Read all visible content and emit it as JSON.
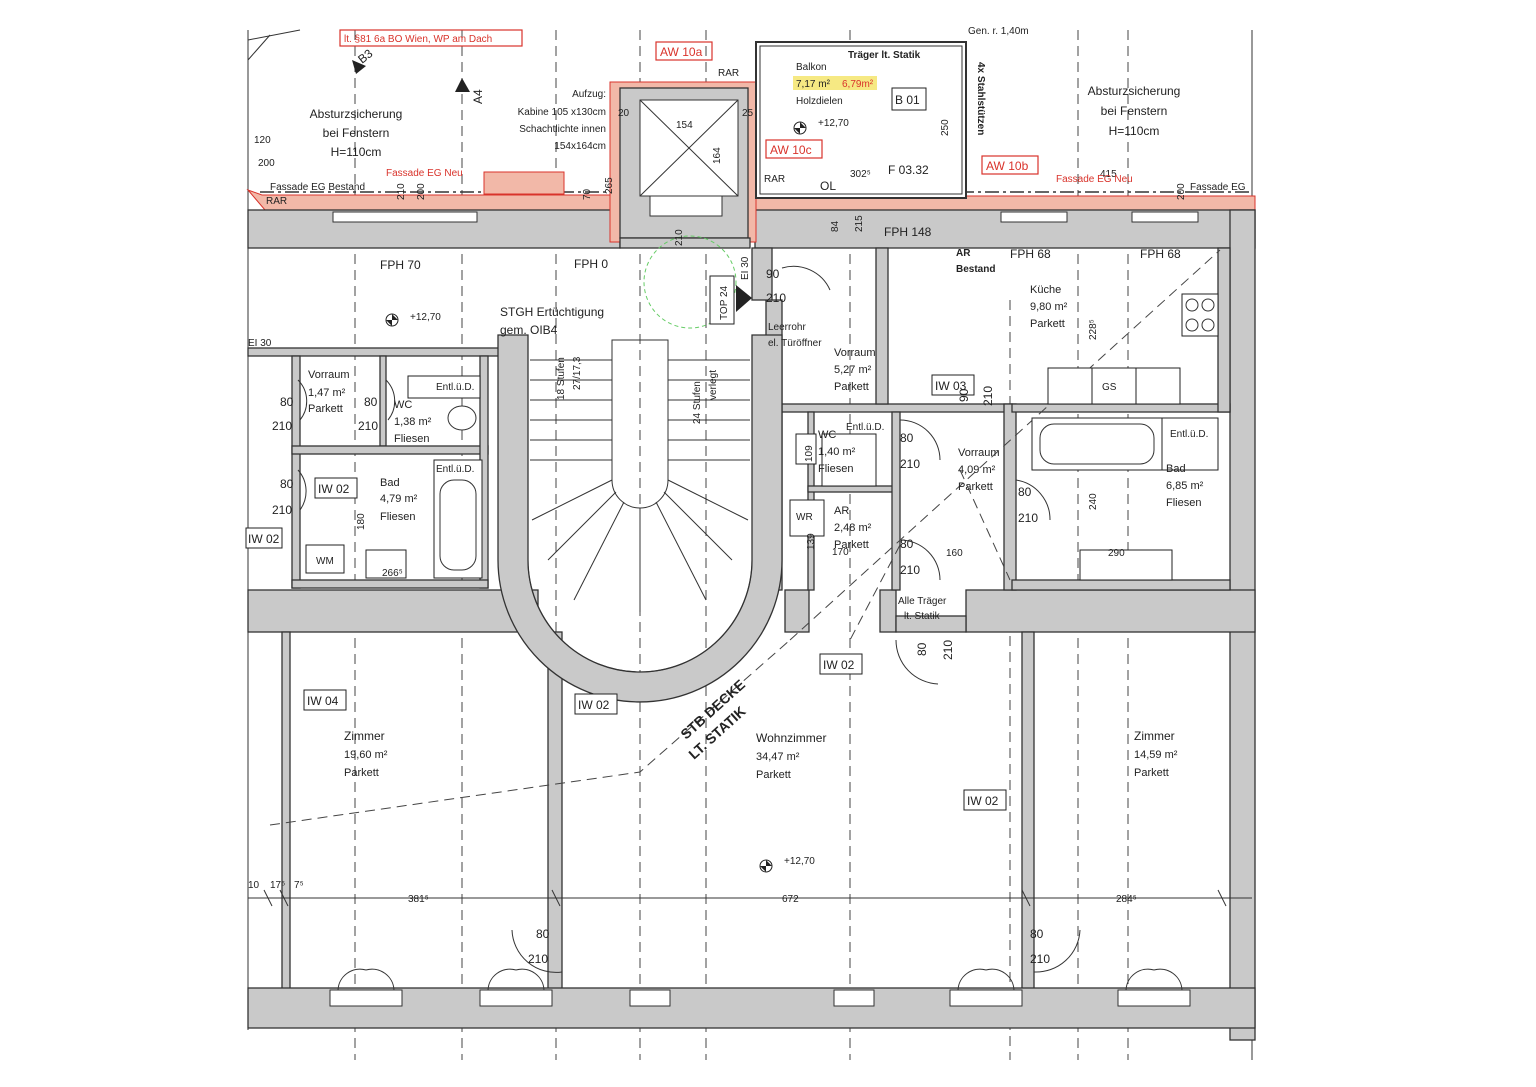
{
  "header_notes": {
    "bo_note": "lt. §81 6a BO Wien, WP am Dach",
    "b3": "B3",
    "a4": "A4",
    "fall_left": [
      "Absturzsicherung",
      "bei Fenstern",
      "H=110cm"
    ],
    "fall_right": [
      "Absturzsicherung",
      "bei Fenstern",
      "H=110cm"
    ],
    "elevator": [
      "Aufzug:",
      "Kabine 105 x130cm",
      "Schachtlichte innen",
      "154x164cm"
    ],
    "traeger_statik": "Träger lt. Statik",
    "stahlstuetzen": "4x Stahlstützen",
    "balcony_name": "Balkon",
    "balcony_area": "7,17 m²",
    "balcony_area_red": "6,79m²",
    "balcony_floor": "Holzdielen",
    "level_balcony": "+12,70",
    "b01": "B 01",
    "f0332": "F 03.32",
    "dim_302": "302⁵",
    "dim_415": "415",
    "dim_250": "250",
    "dim_154": "154",
    "dim_164": "164",
    "top_label": "Gen. r. 1,40m"
  },
  "tags": {
    "aw10a": "AW 10a",
    "aw10b": "AW 10b",
    "aw10c": "AW 10c",
    "iw03": "IW 03",
    "iw02": "IW 02",
    "iw04": "IW 04",
    "top24": "TOP 24",
    "ei30": "EI 30"
  },
  "facade": {
    "bestand": "Fassade EG Bestand",
    "neu_left": "Fassade EG Neu",
    "neu_right": "Fassade EG Neu",
    "right": "Fassade EG",
    "rar": "RAR",
    "ol": "OL"
  },
  "fph": [
    "FPH 70",
    "FPH 0",
    "FPH 148",
    "FPH 68",
    "FPH 68"
  ],
  "ar_bestand": [
    "AR",
    "Bestand"
  ],
  "stair": {
    "upgrade": [
      "STGH Ertüchtigung",
      "gem. OIB4"
    ],
    "steps_left": [
      "18 Stufen",
      "27/17,3"
    ],
    "steps_right": [
      "24 Stufen",
      "verlegt"
    ]
  },
  "levels": {
    "top_left": "+12,70",
    "wohn": "+12,70"
  },
  "misc": {
    "leerrohr": [
      "Leerrohr",
      "el. Türöffner"
    ],
    "alle_traeger": [
      "Alle Träger",
      "lt. Statik"
    ],
    "stb_decke": [
      "STB DECKE",
      "LT. STATIK"
    ],
    "entl": "Entl.ü.D.",
    "wm": "WM",
    "wr": "WR",
    "gs": "GS",
    "el30": "EI 30"
  },
  "rooms": {
    "vorraum1": {
      "name": "Vorraum",
      "area": "1,47 m²",
      "floor": "Parkett"
    },
    "wc1": {
      "name": "WC",
      "area": "1,38 m²",
      "floor": "Fliesen"
    },
    "bad1": {
      "name": "Bad",
      "area": "4,79 m²",
      "floor": "Fliesen"
    },
    "vorraum2": {
      "name": "Vorraum",
      "area": "5,27 m²",
      "floor": "Parkett"
    },
    "wc2": {
      "name": "WC",
      "area": "1,40 m²",
      "floor": "Fliesen"
    },
    "ar": {
      "name": "AR",
      "area": "2,48 m²",
      "floor": "Parkett"
    },
    "vorraum3": {
      "name": "Vorraum",
      "area": "4,09 m²",
      "floor": "Parkett"
    },
    "kueche": {
      "name": "Küche",
      "area": "9,80 m²",
      "floor": "Parkett"
    },
    "bad2": {
      "name": "Bad",
      "area": "6,85 m²",
      "floor": "Fliesen"
    },
    "zimmer1": {
      "name": "Zimmer",
      "area": "19,60 m²",
      "floor": "Parkett"
    },
    "wohnzimmer": {
      "name": "Wohnzimmer",
      "area": "34,47 m²",
      "floor": "Parkett"
    },
    "zimmer2": {
      "name": "Zimmer",
      "area": "14,59 m²",
      "floor": "Parkett"
    }
  },
  "door_dims": {
    "w80": "80",
    "w90": "90",
    "h210": "210"
  },
  "dims": {
    "d381": "381⁵",
    "d672": "672",
    "d284": "284⁵",
    "d10": "10",
    "d17": "17⁵",
    "d7": "7⁵",
    "d120": "120",
    "d200": "200",
    "d170": "170",
    "d160": "160",
    "d290": "290",
    "d240": "240",
    "d180": "180",
    "d266": "266⁵",
    "d228": "228⁵",
    "d139": "139",
    "d109": "109",
    "d84": "84",
    "d215": "215",
    "d25": "25",
    "d20": "20",
    "d265": "265",
    "d210": "210",
    "d70": "70"
  }
}
